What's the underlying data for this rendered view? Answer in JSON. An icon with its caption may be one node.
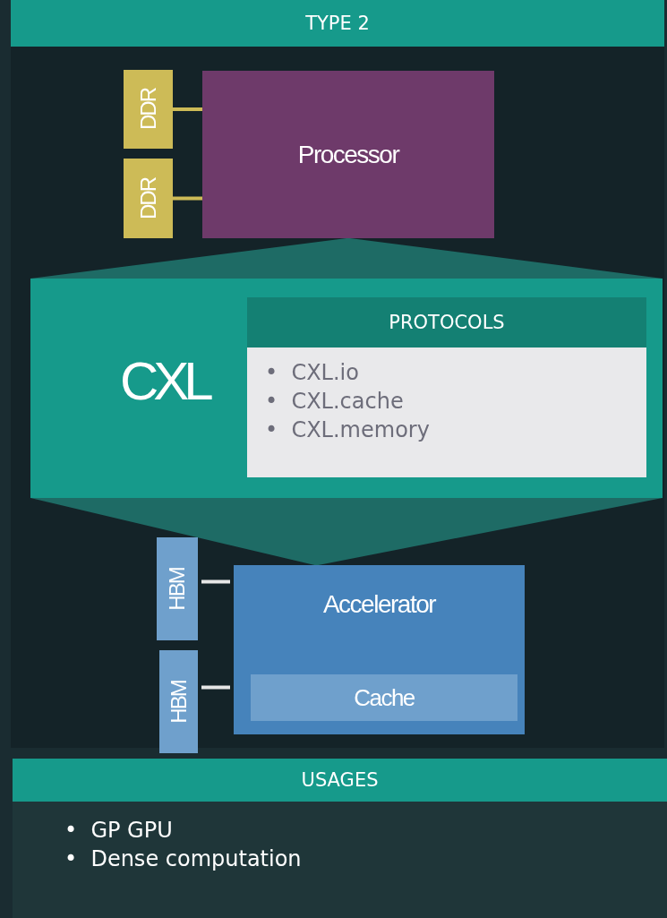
{
  "diagram": {
    "title": "TYPE 2",
    "nodes": [
      {
        "text": [
          "DDR"
        ]
      },
      {
        "text": [
          "DDR"
        ]
      },
      {
        "text": [
          "Processor"
        ]
      },
      {
        "text": [
          "CXL"
        ]
      },
      {
        "text": [
          "PROTOCOLS",
          "•  CXL.io",
          "•  CXL.cache",
          "•  CXL.memory"
        ],
        "in": 3
      },
      {
        "text": [
          "HBM"
        ]
      },
      {
        "text": [
          "HBM"
        ]
      },
      {
        "text": [
          "Accelerator"
        ]
      },
      {
        "text": [
          "Cache"
        ],
        "in": 7
      },
      {
        "text": [
          "USAGES",
          "•  GP GPU",
          "•  Dense computation"
        ]
      }
    ],
    "edges": [
      {
        "from": 0,
        "to": 2,
        "arrow": "none"
      },
      {
        "from": 1,
        "to": 2,
        "arrow": "none"
      },
      {
        "from": 2,
        "to": 3,
        "arrow": "none",
        "style": "thick"
      },
      {
        "from": 3,
        "to": 7,
        "arrow": "none",
        "style": "thick"
      },
      {
        "from": 5,
        "to": 7,
        "arrow": "none",
        "color": "#e6e6e6"
      },
      {
        "from": 6,
        "to": 7,
        "arrow": "none",
        "color": "#e6e6e6"
      }
    ]
  }
}
